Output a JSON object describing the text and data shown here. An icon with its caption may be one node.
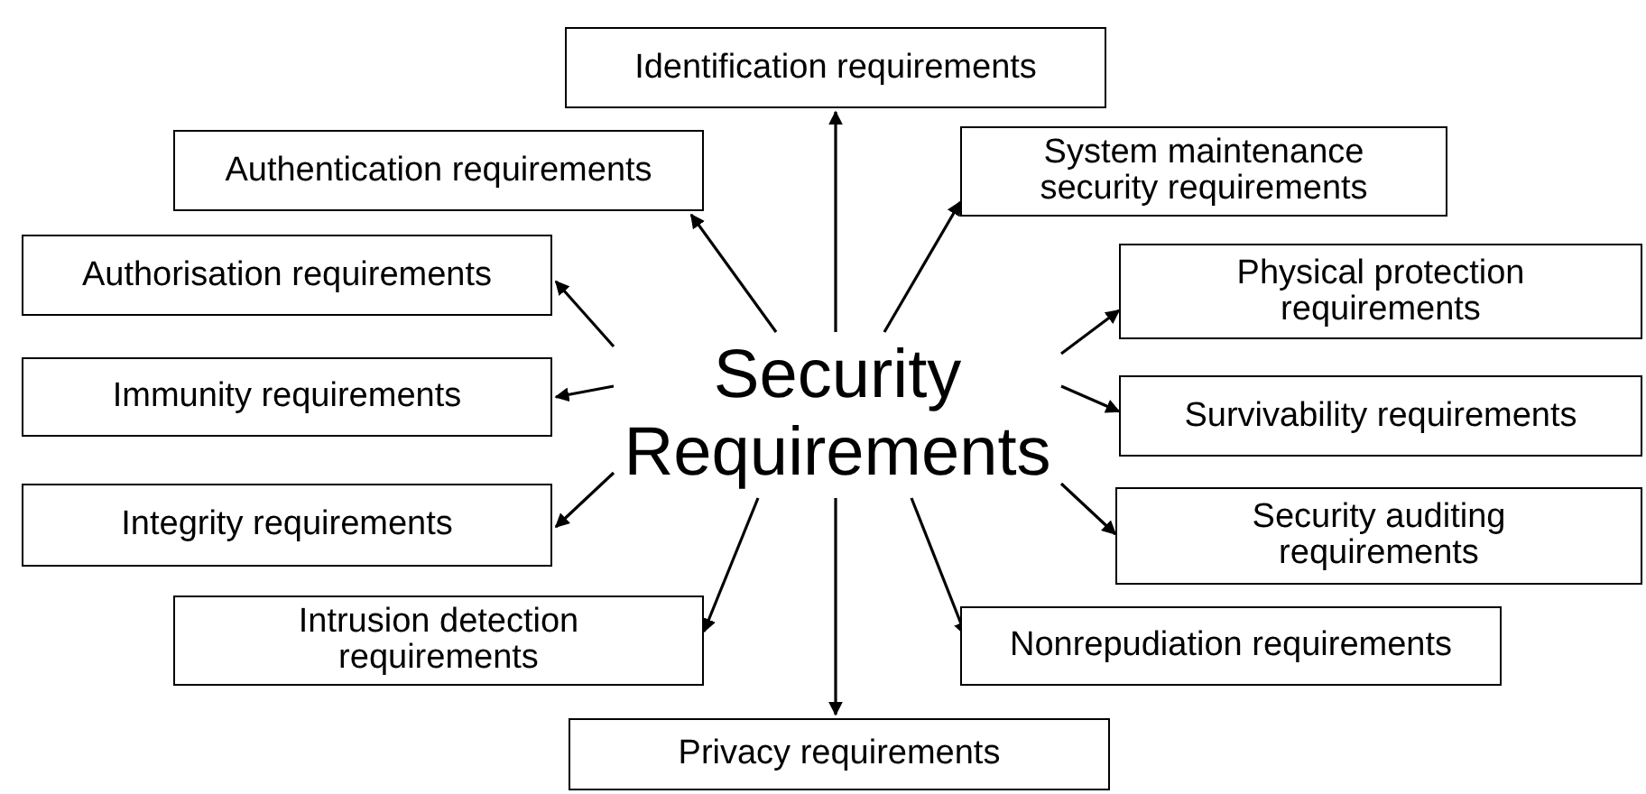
{
  "diagram": {
    "nodes": [
      {
        "text": [
          "Security Requirements"
        ]
      },
      {
        "text": [
          "Identification requirements"
        ]
      },
      {
        "text": [
          "Authentication requirements"
        ]
      },
      {
        "text": [
          "System maintenance security requirements"
        ]
      },
      {
        "text": [
          "Authorisation requirements"
        ]
      },
      {
        "text": [
          "Physical protection requirements"
        ]
      },
      {
        "text": [
          "Immunity requirements"
        ]
      },
      {
        "text": [
          "Survivability requirements"
        ]
      },
      {
        "text": [
          "Integrity requirements"
        ]
      },
      {
        "text": [
          "Security auditing requirements"
        ]
      },
      {
        "text": [
          "Intrusion detection requirements"
        ]
      },
      {
        "text": [
          "Nonrepudiation requirements"
        ]
      },
      {
        "text": [
          "Privacy requirements"
        ]
      }
    ],
    "edges": [
      {
        "from": 0,
        "to": 1,
        "arrow": "to"
      },
      {
        "from": 0,
        "to": 2,
        "arrow": "to"
      },
      {
        "from": 0,
        "to": 3,
        "arrow": "to"
      },
      {
        "from": 0,
        "to": 4,
        "arrow": "to"
      },
      {
        "from": 0,
        "to": 5,
        "arrow": "to"
      },
      {
        "from": 0,
        "to": 6,
        "arrow": "to"
      },
      {
        "from": 0,
        "to": 7,
        "arrow": "to"
      },
      {
        "from": 0,
        "to": 8,
        "arrow": "to"
      },
      {
        "from": 0,
        "to": 9,
        "arrow": "to"
      },
      {
        "from": 0,
        "to": 10,
        "arrow": "to"
      },
      {
        "from": 0,
        "to": 11,
        "arrow": "to"
      },
      {
        "from": 0,
        "to": 12,
        "arrow": "to"
      }
    ]
  }
}
